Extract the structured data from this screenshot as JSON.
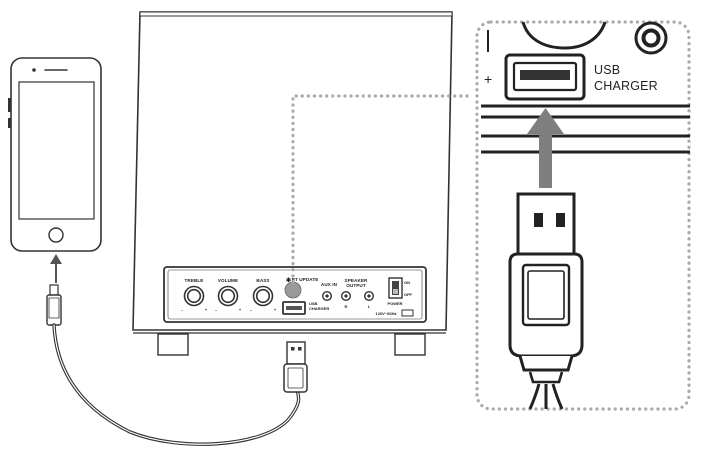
{
  "panel": {
    "treble": "TREBLE",
    "volume": "VOLUME",
    "bass": "BASS",
    "bt_update": "BT UPDATE",
    "aux_in": "AUX IN",
    "speaker_output_line1": "SPEAKER",
    "speaker_output_line2": "OUTPUT",
    "r": "R",
    "l": "L",
    "usb_charger_line1": "USB",
    "usb_charger_line2": "CHARGER",
    "on": "ON",
    "off": "OFF",
    "power": "POWER",
    "voltage": "120V~60Hz",
    "minus": "–",
    "plus": "+"
  },
  "zoom": {
    "label_line1": "USB",
    "label_line2": "CHARGER"
  }
}
